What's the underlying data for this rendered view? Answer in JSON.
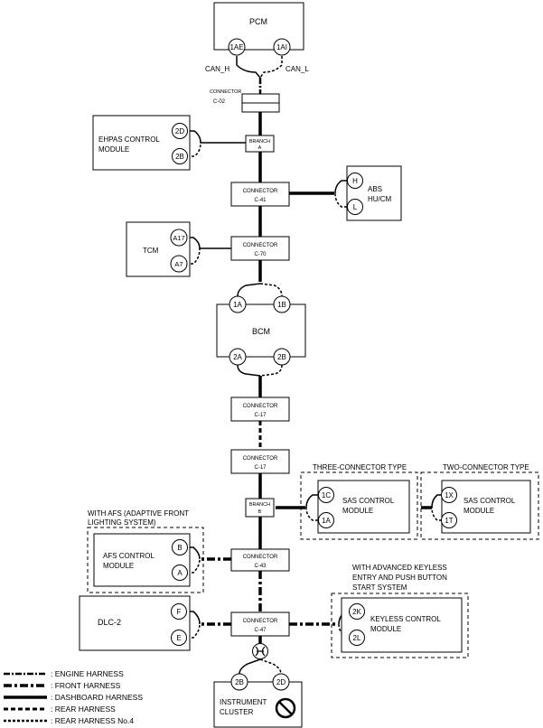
{
  "modules": {
    "pcm": {
      "label": "PCM",
      "pin_h": "1AE",
      "pin_l": "1AI",
      "can_h": "CAN_H",
      "can_l": "CAN_L"
    },
    "ehpas": {
      "line1": "EHPAS CONTROL",
      "line2": "MODULE",
      "pin_top": "2D",
      "pin_bottom": "2B"
    },
    "abs": {
      "line1": "ABS",
      "line2": "HU/CM",
      "pin_top": "H",
      "pin_bottom": "L"
    },
    "tcm": {
      "label": "TCM",
      "pin_top": "A17",
      "pin_bottom": "A7"
    },
    "bcm": {
      "label": "BCM",
      "pin_tl": "1A",
      "pin_tr": "1B",
      "pin_bl": "2A",
      "pin_br": "2B"
    },
    "sas3": {
      "line1": "SAS CONTROL",
      "line2": "MODULE",
      "pin_top": "1C",
      "pin_bottom": "1A",
      "caption": "THREE-CONNECTOR TYPE"
    },
    "sas2": {
      "line1": "SAS CONTROL",
      "line2": "MODULE",
      "pin_top": "1X",
      "pin_bottom": "1T",
      "caption": "TWO-CONNECTOR TYPE"
    },
    "afs": {
      "line1": "AFS CONTROL",
      "line2": "MODULE",
      "pin_top": "B",
      "pin_bottom": "A",
      "caption1": "WITH AFS (ADAPTIVE FRONT",
      "caption2": "LIGHTING SYSTEM)"
    },
    "dlc": {
      "label": "DLC-2",
      "pin_top": "F",
      "pin_bottom": "E"
    },
    "keyless": {
      "line1": "KEYLESS CONTROL",
      "line2": "MODULE",
      "pin_top": "2K",
      "pin_bottom": "2L",
      "caption1": "WITH ADVANCED KEYLESS",
      "caption2": "ENTRY AND PUSH BUTTON",
      "caption3": "START SYSTEM"
    },
    "cluster": {
      "line1": "INSTRUMENT",
      "line2": "CLUSTER",
      "pin_left": "2B",
      "pin_right": "2D"
    }
  },
  "connectors": {
    "c02": {
      "line1": "CONNECTOR",
      "line2": "C-02"
    },
    "c41": {
      "line1": "CONNECTOR",
      "line2": "C-41"
    },
    "c70": {
      "line1": "CONNECTOR",
      "line2": "C-70"
    },
    "c17a": {
      "line1": "CONNECTOR",
      "line2": "C-17"
    },
    "c17b": {
      "line1": "CONNECTOR",
      "line2": "C-17"
    },
    "c43": {
      "line1": "CONNECTOR",
      "line2": "C-43"
    },
    "c47": {
      "line1": "CONNECTOR",
      "line2": "C-47"
    }
  },
  "branches": {
    "a": {
      "line1": "BRANCH",
      "line2": "A"
    },
    "b": {
      "line1": "BRANCH",
      "line2": "B"
    }
  },
  "legend": [
    {
      "style": "engine",
      "label": ": ENGINE HARNESS"
    },
    {
      "style": "front",
      "label": ": FRONT HARNESS"
    },
    {
      "style": "dash",
      "label": ": DASHBOARD HARNESS"
    },
    {
      "style": "rear",
      "label": ": REAR HARNESS"
    },
    {
      "style": "rear4",
      "label": ": REAR HARNESS No.4"
    }
  ]
}
